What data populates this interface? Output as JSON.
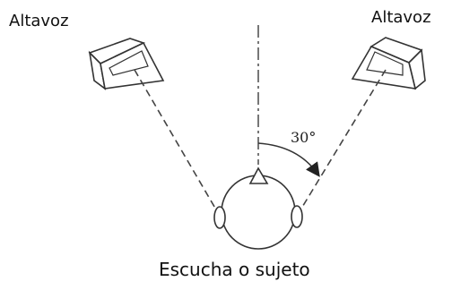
{
  "labels": {
    "speaker_left": "Altavoz",
    "speaker_right": "Altavoz",
    "listener": "Escucha o sujeto",
    "angle": "30°"
  },
  "colors": {
    "stroke": "#333333",
    "text": "#111111",
    "background": "#ffffff"
  }
}
